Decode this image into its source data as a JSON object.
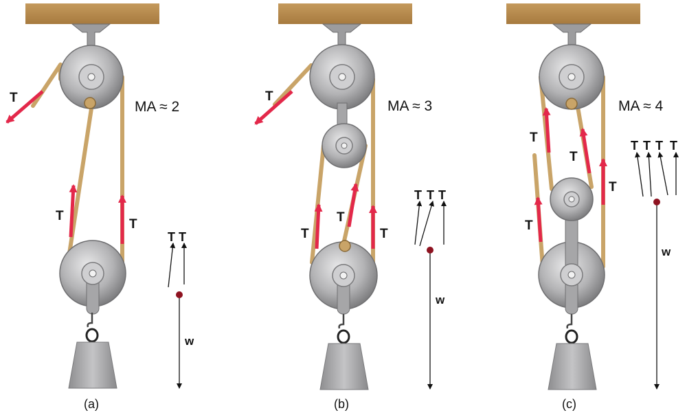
{
  "figures": [
    {
      "caption": "(a)",
      "ma": "MA ≈ 2",
      "tension": "T",
      "weight": "w"
    },
    {
      "caption": "(b)",
      "ma": "MA ≈ 3",
      "tension": "T",
      "weight": "w"
    },
    {
      "caption": "(c)",
      "ma": "MA ≈ 4",
      "tension": "T",
      "weight": "w"
    }
  ],
  "colors": {
    "beam": "#b8894e",
    "rope": "#c9a468",
    "pulley": "#a9a9ab",
    "force_arrow": "#e3284a",
    "point": "#8e1220"
  }
}
